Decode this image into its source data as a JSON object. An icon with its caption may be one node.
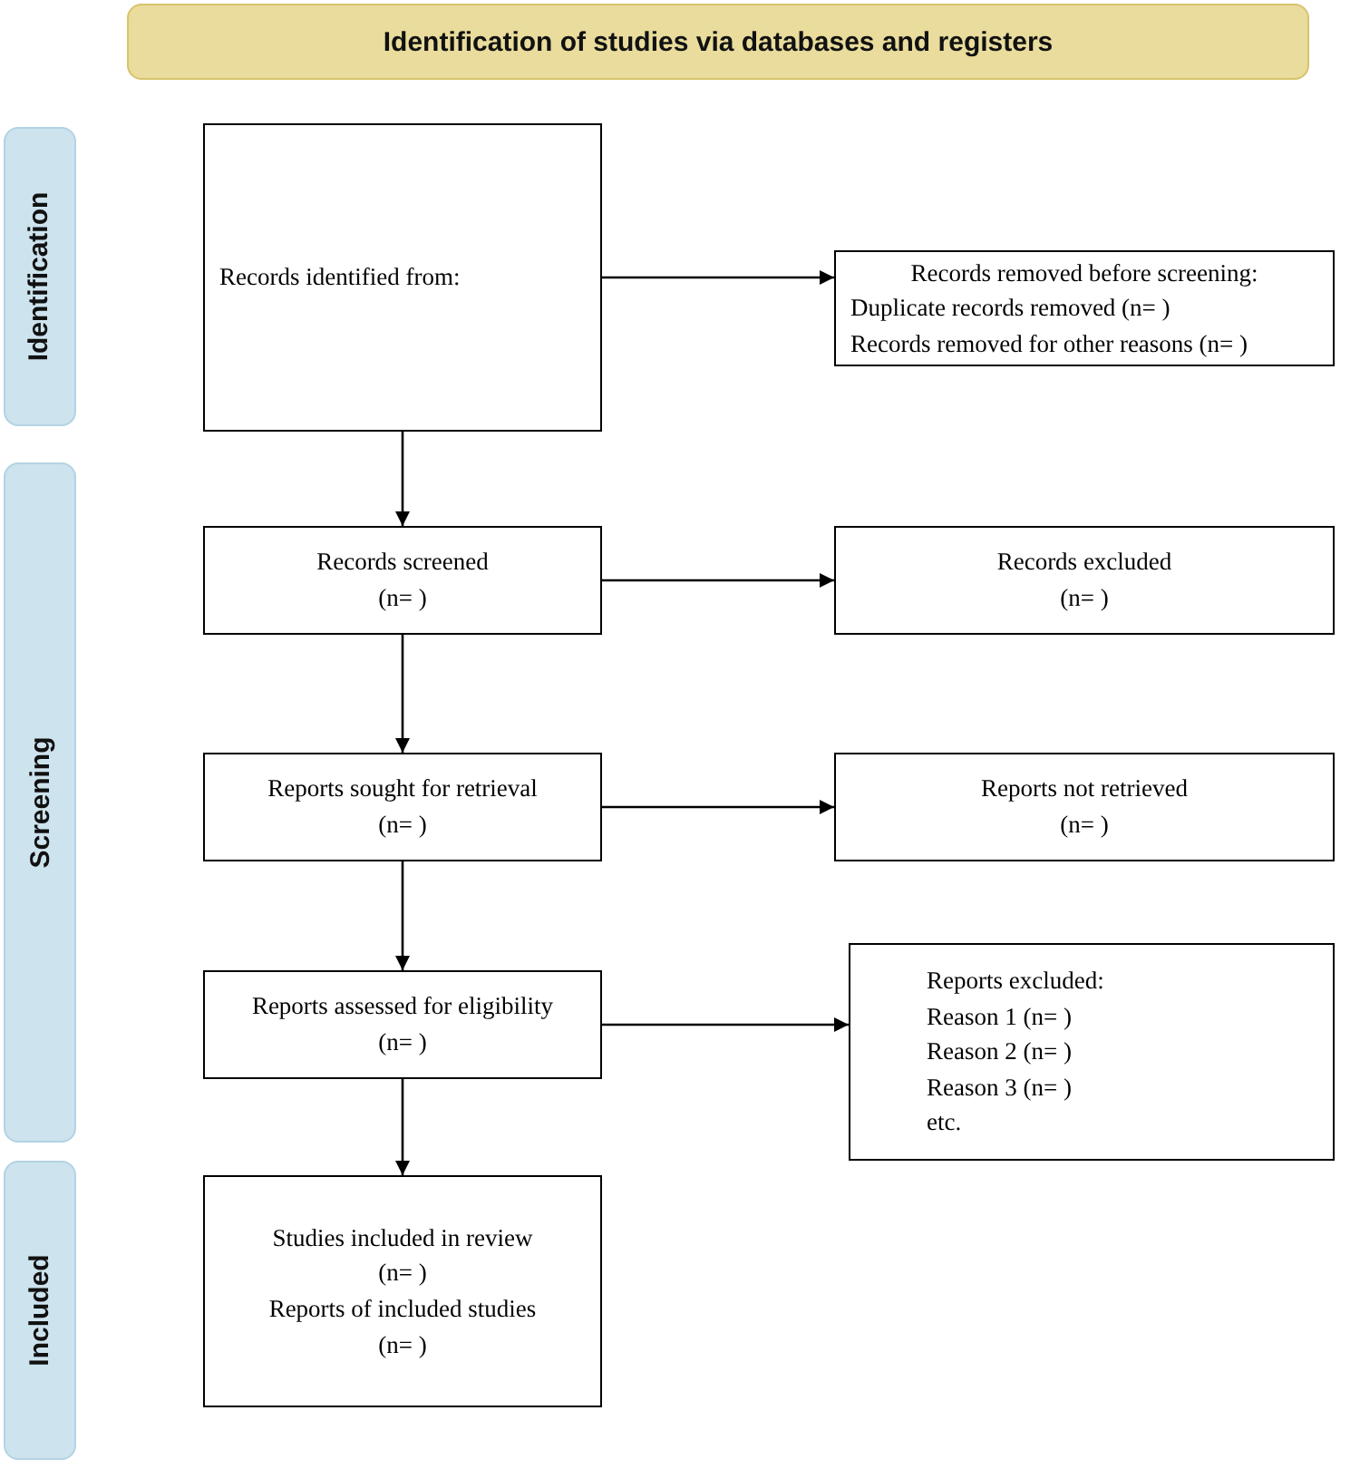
{
  "diagram": {
    "title": "Identification of studies via databases and registers",
    "nodes": [
      {
        "text": [
          "Records identified from:"
        ]
      },
      {
        "text": [
          "Records removed before screening:",
          "Duplicate records removed (n= )",
          "Records removed for other reasons (n= )"
        ]
      },
      {
        "text": [
          "Records screened",
          "(n= )"
        ]
      },
      {
        "text": [
          "Records excluded",
          "(n= )"
        ]
      },
      {
        "text": [
          "Reports sought for retrieval",
          "(n= )"
        ]
      },
      {
        "text": [
          "Reports not retrieved",
          "(n= )"
        ]
      },
      {
        "text": [
          "Reports assessed for eligibility",
          "(n= )"
        ]
      },
      {
        "text": [
          "Reports excluded:",
          "Reason 1 (n= )",
          "Reason 2 (n= )",
          "Reason 3 (n= )",
          "etc."
        ]
      },
      {
        "text": [
          "Studies included in review",
          "(n= )",
          "Reports of included studies",
          "(n= )"
        ]
      },
      {
        "text": [
          "Identification"
        ]
      },
      {
        "text": [
          "Screening"
        ]
      },
      {
        "text": [
          "Included"
        ]
      }
    ],
    "edges": [
      {
        "from": 0,
        "to": 1,
        "arrow": "to"
      },
      {
        "from": 0,
        "to": 2,
        "arrow": "to"
      },
      {
        "from": 2,
        "to": 3,
        "arrow": "to"
      },
      {
        "from": 2,
        "to": 4,
        "arrow": "to"
      },
      {
        "from": 4,
        "to": 5,
        "arrow": "to"
      },
      {
        "from": 4,
        "to": 6,
        "arrow": "to"
      },
      {
        "from": 6,
        "to": 7,
        "arrow": "to"
      },
      {
        "from": 6,
        "to": 8,
        "arrow": "to"
      }
    ]
  }
}
